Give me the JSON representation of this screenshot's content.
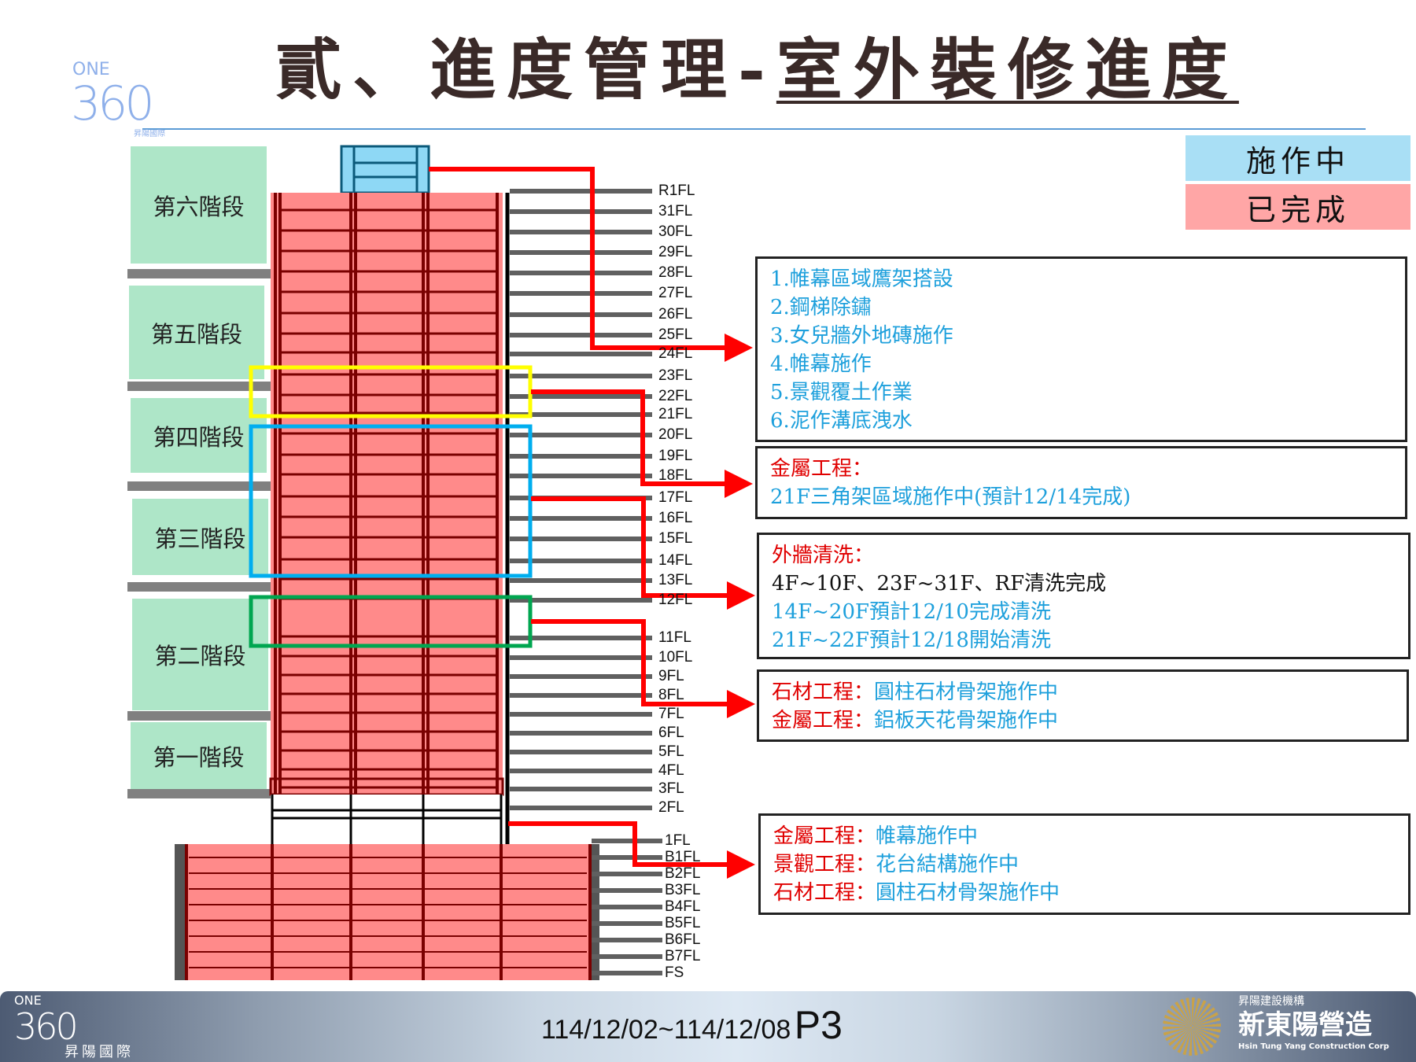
{
  "title": {
    "prefix": "貳、進度管理-",
    "underlined": "室外裝修進度",
    "color": "#3a2a28"
  },
  "logo": {
    "one": "ONE",
    "num": "360",
    "sub": "昇陽國際"
  },
  "legend": [
    {
      "label": "施作中",
      "color": "#a9dff5"
    },
    {
      "label": "已完成",
      "color": "#ffa6a6"
    }
  ],
  "stages": [
    "第六階段",
    "第五階段",
    "第四階段",
    "第三階段",
    "第二階段",
    "第一階段"
  ],
  "floors": [
    "R1FL",
    "31FL",
    "30FL",
    "29FL",
    "28FL",
    "27FL",
    "26FL",
    "25FL",
    "24FL",
    "23FL",
    "22FL",
    "21FL",
    "20FL",
    "19FL",
    "18FL",
    "17FL",
    "16FL",
    "15FL",
    "14FL",
    "13FL",
    "12FL",
    "11FL",
    "10FL",
    "9FL",
    "8FL",
    "7FL",
    "6FL",
    "5FL",
    "4FL",
    "3FL",
    "2FL",
    "1FL",
    "B1FL",
    "B2FL",
    "B3FL",
    "B4FL",
    "B5FL",
    "B6FL",
    "B7FL",
    "FS"
  ],
  "colors": {
    "in_progress": "#a9dff5",
    "completed": "#ff8a8a",
    "structure": "#7a0000",
    "arrow": "#ff0000",
    "highlight_yellow": "#ffff00",
    "highlight_blue": "#00aeef",
    "highlight_green": "#00a650",
    "text_blue": "#1ea0dc",
    "text_red": "#e00000"
  },
  "notes": [
    {
      "lines": [
        {
          "text": "1.帷幕區域鷹架搭設",
          "tone": "blue"
        },
        {
          "text": "2.鋼梯除鏽",
          "tone": "blue"
        },
        {
          "text": "3.女兒牆外地磚施作",
          "tone": "blue"
        },
        {
          "text": "4.帷幕施作",
          "tone": "blue"
        },
        {
          "text": "5.景觀覆土作業",
          "tone": "blue"
        },
        {
          "text": "6.泥作溝底洩水",
          "tone": "blue"
        }
      ]
    },
    {
      "lines": [
        {
          "text": "金屬工程：",
          "tone": "red"
        },
        {
          "text": "21F三角架區域施作中(預計12/14完成)",
          "tone": "blue"
        }
      ]
    },
    {
      "lines": [
        {
          "text": "外牆清洗：",
          "tone": "red"
        },
        {
          "text": "4F~10F、23F~31F、RF清洗完成",
          "tone": "black"
        },
        {
          "text": "14F~20F預計12/10完成清洗",
          "tone": "blue"
        },
        {
          "text": "21F~22F預計12/18開始清洗",
          "tone": "blue"
        }
      ]
    },
    {
      "lines": [
        {
          "label": "石材工程：",
          "text": "圓柱石材骨架施作中"
        },
        {
          "label": "金屬工程：",
          "text": "鋁板天花骨架施作中"
        }
      ]
    },
    {
      "lines": [
        {
          "label": "金屬工程：",
          "text": "帷幕施作中"
        },
        {
          "label": "景觀工程：",
          "text": "花台結構施作中"
        },
        {
          "label": "石材工程：",
          "text": "圓柱石材骨架施作中"
        }
      ]
    }
  ],
  "footer": {
    "logo_one": "ONE",
    "logo_num": "360",
    "logo_sub": "昇陽國際",
    "date_range": "114/12/02~114/12/08",
    "page": "P3",
    "company_tag": "昇陽建設機構",
    "company": "新東陽營造",
    "company_en": "Hsin Tung Yang Construction Corp"
  }
}
